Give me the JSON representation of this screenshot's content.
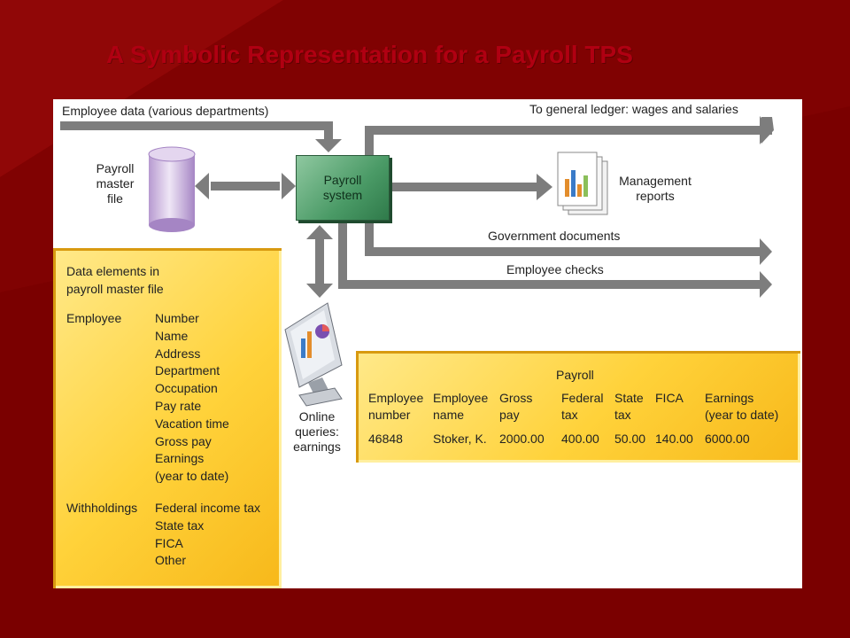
{
  "slide": {
    "title": "A Symbolic Representation for a Payroll TPS",
    "colors": {
      "background": "#7a0000",
      "title": "#b00012",
      "arrow": "#7d7d7d",
      "box": "#ffd23a",
      "system": "#4a9a66"
    }
  },
  "diagram": {
    "employee_data_label": "Employee data (various departments)",
    "general_ledger_label": "To general ledger: wages and salaries",
    "master_file_label": [
      "Payroll",
      "master",
      "file"
    ],
    "payroll_system_label": [
      "Payroll",
      "system"
    ],
    "management_reports_label": [
      "Management",
      "reports"
    ],
    "government_documents_label": "Government documents",
    "employee_checks_label": "Employee checks",
    "online_queries_label": [
      "Online",
      "queries:",
      "earnings"
    ]
  },
  "data_elements": {
    "heading": [
      "Data elements in",
      "payroll master file"
    ],
    "groups": [
      {
        "name": "Employee",
        "items": [
          "Number",
          "Name",
          "Address",
          "Department",
          "Occupation",
          "Pay rate",
          "Vacation time",
          "Gross pay",
          "Earnings",
          "(year to date)"
        ]
      },
      {
        "name": "Withholdings",
        "items": [
          "Federal income tax",
          "State tax",
          "FICA",
          "Other"
        ]
      }
    ]
  },
  "payroll_table": {
    "title": "Payroll",
    "headers": [
      [
        "Employee",
        "number"
      ],
      [
        "Employee",
        "name"
      ],
      [
        "Gross",
        "pay"
      ],
      [
        "Federal",
        "tax"
      ],
      [
        "State",
        "tax"
      ],
      [
        "FICA",
        ""
      ],
      [
        "Earnings",
        "(year to date)"
      ]
    ],
    "row": [
      "46848",
      "Stoker, K.",
      "2000.00",
      "400.00",
      "50.00",
      "140.00",
      "6000.00"
    ]
  }
}
